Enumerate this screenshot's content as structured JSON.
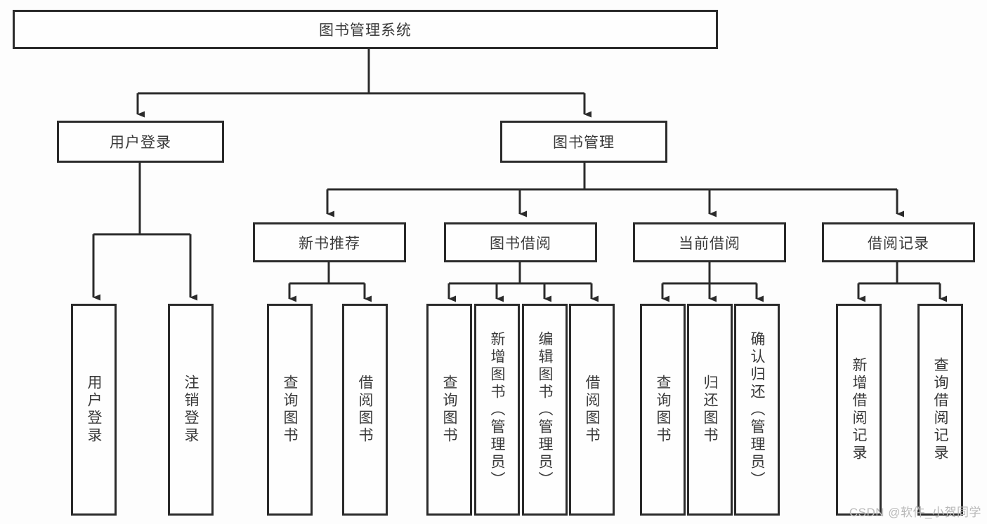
{
  "diagram": {
    "title": "图书管理系统",
    "type": "tree",
    "watermark": "CSDN @软件_小贺同学",
    "colors": {
      "stroke": "#2b2b2b",
      "node_fill": "#fefefe",
      "text": "#3a3a3a",
      "background": "#fdfdfd",
      "watermark": "#b9b9b9"
    },
    "root": {
      "label": "图书管理系统"
    },
    "level2": [
      {
        "label": "用户登录"
      },
      {
        "label": "图书管理"
      }
    ],
    "level3": [
      {
        "label": "新书推荐"
      },
      {
        "label": "图书借阅"
      },
      {
        "label": "当前借阅"
      },
      {
        "label": "借阅记录"
      }
    ],
    "leaves": {
      "user_login": [
        {
          "label": "用户登录"
        },
        {
          "label": "注销登录"
        }
      ],
      "new_book_recommend": [
        {
          "label": "查询图书"
        },
        {
          "label": "借阅图书"
        }
      ],
      "book_borrow": [
        {
          "label": "查询图书"
        },
        {
          "label": "新增图书（管理员）"
        },
        {
          "label": "编辑图书（管理员）"
        },
        {
          "label": "借阅图书"
        }
      ],
      "current_borrow": [
        {
          "label": "查询图书"
        },
        {
          "label": "归还图书"
        },
        {
          "label": "确认归还（管理员）"
        }
      ],
      "borrow_record": [
        {
          "label": "新增借阅记录"
        },
        {
          "label": "查询借阅记录"
        }
      ]
    }
  }
}
